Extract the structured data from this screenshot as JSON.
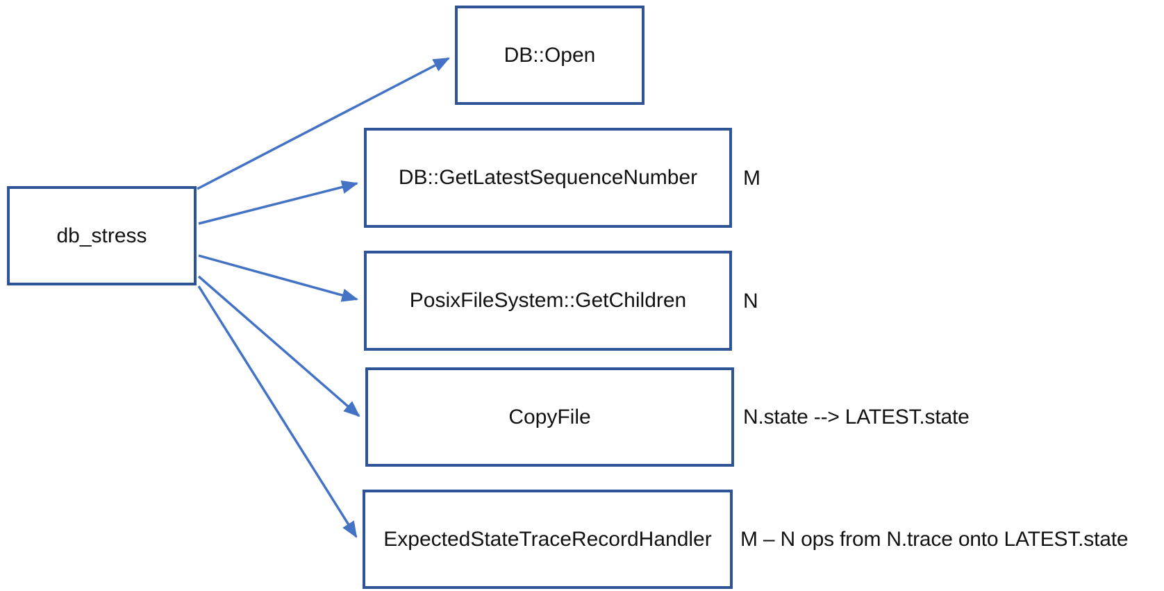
{
  "diagram": {
    "source": {
      "label": "db_stress"
    },
    "targets": [
      {
        "id": "db-open",
        "label": "DB::Open",
        "annotation": ""
      },
      {
        "id": "get-latest",
        "label": "DB::GetLatestSequenceNumber",
        "annotation": "M"
      },
      {
        "id": "get-children",
        "label": "PosixFileSystem::GetChildren",
        "annotation": "N"
      },
      {
        "id": "copy-file",
        "label": "CopyFile",
        "annotation": "N.state --> LATEST.state"
      },
      {
        "id": "trace-handler",
        "label": "ExpectedStateTraceRecordHandler",
        "annotation": "M – N ops from N.trace onto LATEST.state"
      }
    ],
    "edges": [
      {
        "from": "db_stress",
        "to": "DB::Open"
      },
      {
        "from": "db_stress",
        "to": "DB::GetLatestSequenceNumber"
      },
      {
        "from": "db_stress",
        "to": "PosixFileSystem::GetChildren"
      },
      {
        "from": "db_stress",
        "to": "CopyFile"
      },
      {
        "from": "db_stress",
        "to": "ExpectedStateTraceRecordHandler"
      }
    ],
    "colors": {
      "box_border": "#2F5496",
      "arrow": "#4472C4",
      "text": "#111111",
      "background": "#FFFFFF"
    }
  }
}
